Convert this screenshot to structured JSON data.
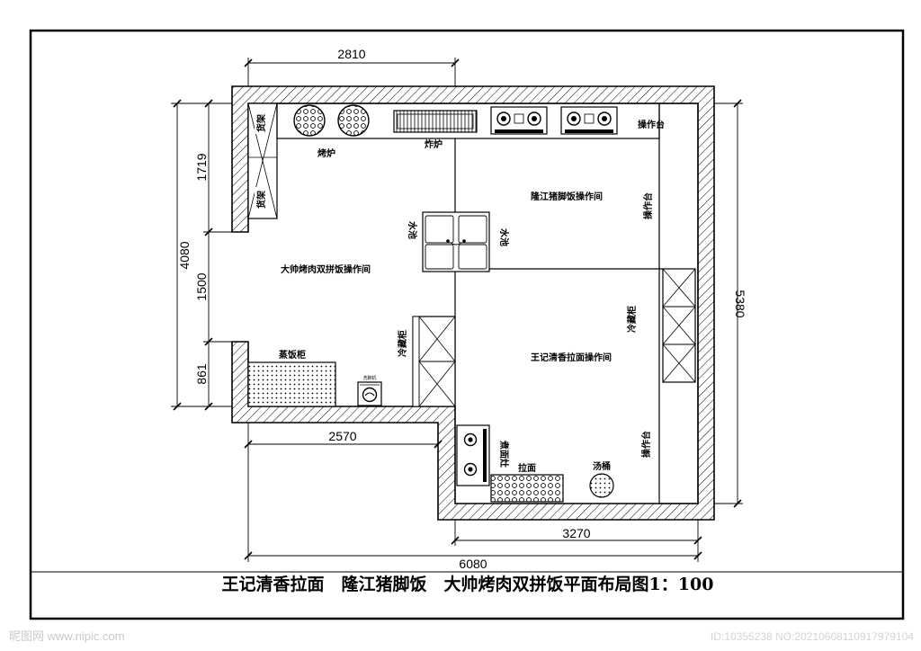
{
  "title": "王记清香拉面　隆江猪脚饭　大帅烤肉双拼饭平面布局图1：100",
  "rooms": {
    "left": "大帅烤肉双拼饭操作间",
    "upper_right": "隆江猪脚饭操作间",
    "lower_right": "王记清香拉面操作间"
  },
  "labels": {
    "shelf_top": "货架",
    "shelf_bottom": "货架",
    "oven": "烤炉",
    "fryer": "炸炉",
    "counter_top": "操作台",
    "counter_mid": "操作台",
    "counter_low": "操作台",
    "sink_left": "水池",
    "sink_right": "水池",
    "fridge_left": "冷藏柜",
    "fridge_right": "冷藏柜",
    "rice_steamer": "蒸饭柜",
    "washer": "洗碗机",
    "noodle_stove": "煮面灶",
    "noodle_table": "拉面",
    "soup_bucket": "汤桶"
  },
  "dimensions": {
    "top": "2810",
    "left_total": "4080",
    "left_a": "1719",
    "left_b": "1500",
    "left_c": "861",
    "right": "5380",
    "bottom_left": "2570",
    "bottom_right": "3270",
    "bottom_total": "6080"
  },
  "watermark": {
    "site": "昵图网 www.nipic.com",
    "id": "ID:10355238 NO:20210608110917979104"
  }
}
